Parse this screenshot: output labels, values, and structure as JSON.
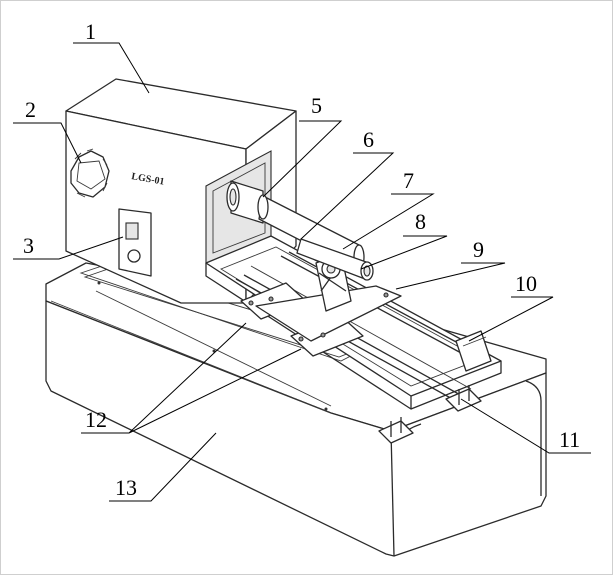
{
  "model_label": "LGS-01",
  "callouts": [
    {
      "id": "1",
      "label": "1"
    },
    {
      "id": "2",
      "label": "2"
    },
    {
      "id": "3",
      "label": "3"
    },
    {
      "id": "5",
      "label": "5"
    },
    {
      "id": "6",
      "label": "6"
    },
    {
      "id": "7",
      "label": "7"
    },
    {
      "id": "8",
      "label": "8"
    },
    {
      "id": "9",
      "label": "9"
    },
    {
      "id": "10",
      "label": "10"
    },
    {
      "id": "11",
      "label": "11"
    },
    {
      "id": "12",
      "label": "12"
    },
    {
      "id": "13",
      "label": "13"
    }
  ]
}
